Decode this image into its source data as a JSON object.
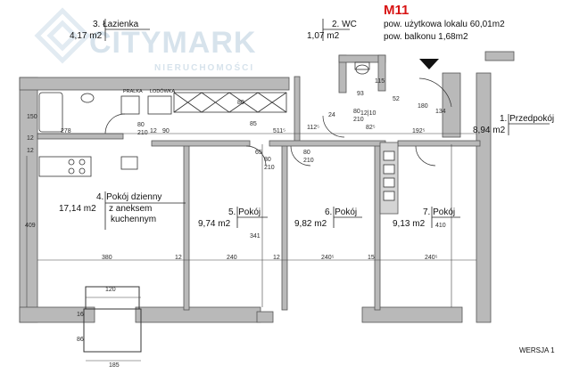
{
  "watermark": {
    "brand": "CITYMARK",
    "sub": "NIERUCHOMOŚCI"
  },
  "unit": {
    "code": "M11",
    "usable_area": "pow. użytkowa lokalu 60,01m2",
    "balcony_area": "pow. balkonu 1,68m2"
  },
  "version": "WERSJA 1",
  "rooms": [
    {
      "num": "3.",
      "name": "Łazienka",
      "area": "4,17 m2"
    },
    {
      "num": "2.",
      "name": "WC",
      "area": "1,07 m2"
    },
    {
      "num": "1.",
      "name": "Przedpokój",
      "area": "8,94 m2"
    },
    {
      "num": "4.",
      "name": "Pokój dzienny",
      "extra1": "z aneksem",
      "extra2": "kuchennym",
      "area": "17,14 m2"
    },
    {
      "num": "5.",
      "name": "Pokój",
      "area": "9,74 m2"
    },
    {
      "num": "6.",
      "name": "Pokój",
      "area": "9,82 m2"
    },
    {
      "num": "7.",
      "name": "Pokój",
      "area": "9,13 m2"
    }
  ],
  "fixtures": {
    "fridge_label": "PRALKA",
    "washer_label": "LODÓWKA"
  },
  "dims": {
    "d278": "278",
    "d80a": "80",
    "d210a": "210",
    "d12a": "12",
    "d90": "90",
    "d85": "85",
    "d80b": "80",
    "d511": "511⁵",
    "d112": "112⁵",
    "d24": "24",
    "d80c": "80",
    "d210b": "210",
    "d1210": "12|10",
    "d93": "93",
    "d115": "115",
    "d52": "52",
    "d180": "180",
    "d134": "134",
    "d82": "82⁵",
    "d192": "192⁵",
    "d12b": "12",
    "d150": "150",
    "d12c": "12",
    "d409": "409",
    "d80d": "80",
    "d210c": "210",
    "d65": "65",
    "d80e": "80",
    "d210d": "210",
    "d341": "341",
    "d410": "410",
    "d380": "380",
    "d12d": "12",
    "d240a": "240",
    "d12e": "12",
    "d240b": "240⁵",
    "d15": "15",
    "d240c": "240⁵",
    "d120": "120",
    "d16": "16",
    "d86": "86",
    "d185": "185"
  }
}
